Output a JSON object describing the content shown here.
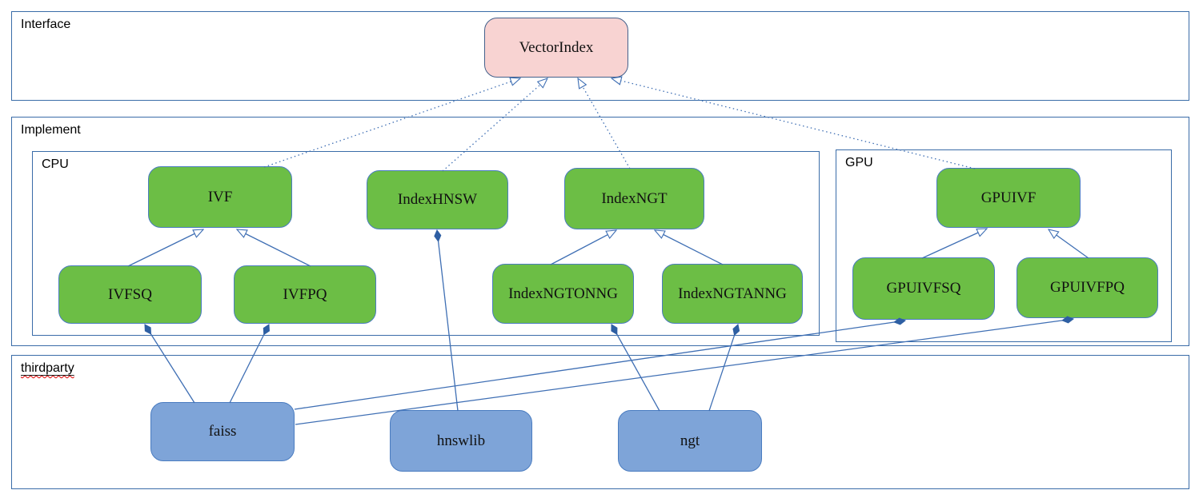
{
  "diagram": {
    "containers": {
      "interface": {
        "label": "Interface"
      },
      "implement": {
        "label": "Implement"
      },
      "cpu": {
        "label": "CPU"
      },
      "gpu": {
        "label": "GPU"
      },
      "thirdparty": {
        "label": "thirdparty",
        "spellcheck_underline": true
      }
    },
    "nodes": [
      {
        "id": "VectorIndex",
        "label": "VectorIndex",
        "kind": "interface",
        "container": "interface"
      },
      {
        "id": "IVF",
        "label": "IVF",
        "kind": "class",
        "container": "cpu"
      },
      {
        "id": "IndexHNSW",
        "label": "IndexHNSW",
        "kind": "class",
        "container": "cpu"
      },
      {
        "id": "IndexNGT",
        "label": "IndexNGT",
        "kind": "class",
        "container": "cpu"
      },
      {
        "id": "GPUIVF",
        "label": "GPUIVF",
        "kind": "class",
        "container": "gpu"
      },
      {
        "id": "IVFSQ",
        "label": "IVFSQ",
        "kind": "class",
        "container": "cpu"
      },
      {
        "id": "IVFPQ",
        "label": "IVFPQ",
        "kind": "class",
        "container": "cpu"
      },
      {
        "id": "IndexNGTONNG",
        "label": "IndexNGTONNG",
        "kind": "class",
        "container": "cpu"
      },
      {
        "id": "IndexNGTANNG",
        "label": "IndexNGTANNG",
        "kind": "class",
        "container": "cpu"
      },
      {
        "id": "GPUIVFSQ",
        "label": "GPUIVFSQ",
        "kind": "class",
        "container": "gpu"
      },
      {
        "id": "GPUIVFPQ",
        "label": "GPUIVFPQ",
        "kind": "class",
        "container": "gpu"
      },
      {
        "id": "faiss",
        "label": "faiss",
        "kind": "thirdparty",
        "container": "thirdparty"
      },
      {
        "id": "hnswlib",
        "label": "hnswlib",
        "kind": "thirdparty",
        "container": "thirdparty"
      },
      {
        "id": "ngt",
        "label": "ngt",
        "kind": "thirdparty",
        "container": "thirdparty"
      }
    ],
    "edges": [
      {
        "from": "IVF",
        "to": "VectorIndex",
        "type": "realization",
        "style": "dashed",
        "head": "hollow-triangle"
      },
      {
        "from": "IndexHNSW",
        "to": "VectorIndex",
        "type": "realization",
        "style": "dashed",
        "head": "hollow-triangle"
      },
      {
        "from": "IndexNGT",
        "to": "VectorIndex",
        "type": "realization",
        "style": "dashed",
        "head": "hollow-triangle"
      },
      {
        "from": "GPUIVF",
        "to": "VectorIndex",
        "type": "realization",
        "style": "dashed",
        "head": "hollow-triangle"
      },
      {
        "from": "IVFSQ",
        "to": "IVF",
        "type": "generalization",
        "style": "solid",
        "head": "hollow-triangle"
      },
      {
        "from": "IVFPQ",
        "to": "IVF",
        "type": "generalization",
        "style": "solid",
        "head": "hollow-triangle"
      },
      {
        "from": "IndexNGTONNG",
        "to": "IndexNGT",
        "type": "generalization",
        "style": "solid",
        "head": "hollow-triangle"
      },
      {
        "from": "IndexNGTANNG",
        "to": "IndexNGT",
        "type": "generalization",
        "style": "solid",
        "head": "hollow-triangle"
      },
      {
        "from": "GPUIVFSQ",
        "to": "GPUIVF",
        "type": "generalization",
        "style": "solid",
        "head": "hollow-triangle"
      },
      {
        "from": "GPUIVFPQ",
        "to": "GPUIVF",
        "type": "generalization",
        "style": "solid",
        "head": "hollow-triangle"
      },
      {
        "from": "faiss",
        "to": "IVFSQ",
        "type": "composition",
        "style": "solid",
        "head": "filled-diamond"
      },
      {
        "from": "faiss",
        "to": "IVFPQ",
        "type": "composition",
        "style": "solid",
        "head": "filled-diamond"
      },
      {
        "from": "faiss",
        "to": "GPUIVFSQ",
        "type": "composition",
        "style": "solid",
        "head": "filled-diamond"
      },
      {
        "from": "faiss",
        "to": "GPUIVFPQ",
        "type": "composition",
        "style": "solid",
        "head": "filled-diamond"
      },
      {
        "from": "hnswlib",
        "to": "IndexHNSW",
        "type": "composition",
        "style": "solid",
        "head": "filled-diamond"
      },
      {
        "from": "ngt",
        "to": "IndexNGTONNG",
        "type": "composition",
        "style": "solid",
        "head": "filled-diamond"
      },
      {
        "from": "ngt",
        "to": "IndexNGTANNG",
        "type": "composition",
        "style": "solid",
        "head": "filled-diamond"
      }
    ],
    "colors": {
      "interface_fill": "#f8d3d2",
      "class_fill": "#6cbe45",
      "thirdparty_fill": "#7ea4d8",
      "connector": "#3f6fb4",
      "container_border": "#3a6ca8",
      "spellcheck_squiggle": "#e00000"
    }
  }
}
